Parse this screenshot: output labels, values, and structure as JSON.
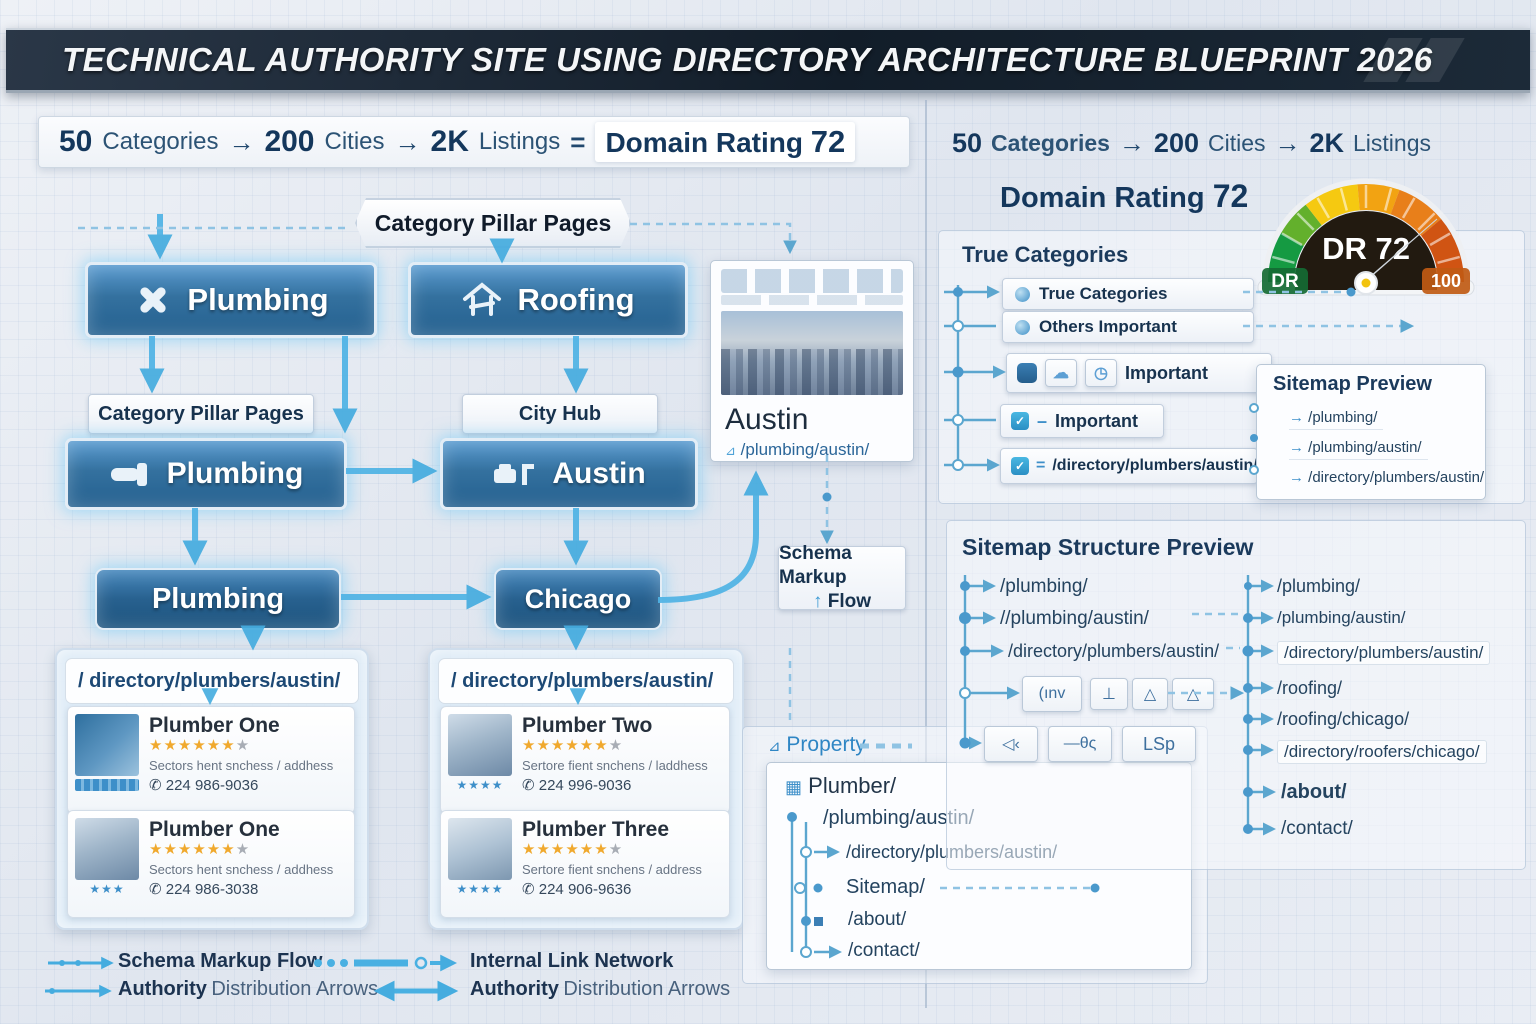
{
  "title": "TECHNICAL AUTHORITY SITE USING DIRECTORY ARCHITECTURE BLUEPRINT 2026",
  "colors": {
    "accent_blue": "#4fb3e5",
    "box_blue": "#2e6da4",
    "navy": "#17324e",
    "gold": "#f0a92e",
    "gauge_green": "#159a42",
    "gauge_red": "#d05413"
  },
  "icons": {
    "phone": "✆",
    "check": "✓",
    "cloud": "☁",
    "clock": "◷",
    "triangle": "⊿",
    "grid": "▦",
    "up_arrow": "↑",
    "equals": "=",
    "dash": "–",
    "arrow": "→",
    "bullet": "●"
  },
  "formula": {
    "n1": "50",
    "w1": "Categories",
    "n2": "200",
    "w2": "Cities",
    "n3": "2K",
    "w3": "Listings",
    "eq": "=",
    "dr_label": "Domain Rating",
    "dr_value": "72"
  },
  "right_formula": {
    "n1": "50",
    "w1": "Categories",
    "n2": "200",
    "w2": "Cities",
    "n3": "2K",
    "w3": "Listings",
    "dr_label": "Domain Rating",
    "dr_value": "72"
  },
  "gauge": {
    "type": "gauge",
    "center_label": "DR 72",
    "left_label": "DR",
    "right_label": "100",
    "value": 72,
    "max": 100
  },
  "flowchart": {
    "banner": "Category Pillar Pages",
    "pillar1": "Plumbing",
    "pillar2": "Roofing",
    "row2_left_tag": "Category Pillar Pages",
    "row2_right_tag": "City Hub",
    "row2_left_box": "Plumbing",
    "row2_right_box": "Austin",
    "row3_left_box": "Plumbing",
    "row3_right_box": "Chicago",
    "austin_card": {
      "title": "Austin",
      "url": "/plumbing/austin/"
    },
    "schema_label1": "Schema Markup",
    "schema_label2": "Flow"
  },
  "directories": [
    {
      "header": "/ directory/plumbers/austin/",
      "listings": [
        {
          "name": "Plumber One",
          "stars": "★★★★★★",
          "star_off": "★",
          "thumb_stars": "",
          "detail": "Sectors hent snchess / addhess",
          "phone": "224 986-9036"
        },
        {
          "name": "Plumber One",
          "stars": "★★★★★★",
          "star_off": "★",
          "thumb_stars": "★★★",
          "detail": "Sectors hent snchess / addhess",
          "phone": "224 986-3038"
        }
      ]
    },
    {
      "header": "/ directory/plumbers/austin/",
      "listings": [
        {
          "name": "Plumber Two",
          "stars": "★★★★★★",
          "star_off": "★",
          "thumb_stars": "★★★★",
          "detail": "Sertore fient snchens / laddhess",
          "phone": "224 996-9036"
        },
        {
          "name": "Plumber Three",
          "stars": "★★★★★★",
          "star_off": "★",
          "thumb_stars": "★★★★",
          "detail": "Sertore fient snchens / address",
          "phone": "224 906-9636"
        }
      ]
    }
  ],
  "true_categories": {
    "title": "True Categories",
    "row1": "True Categories",
    "row2": "Others Important",
    "row3": "Important",
    "row4": "Important",
    "row5": "/directory/plumbers/austin/"
  },
  "sitemap_preview": {
    "title": "Sitemap Preview",
    "items": [
      "/plumbing/",
      "/plumbing/austin/",
      "/directory/plumbers/austin/"
    ]
  },
  "sitemap_structure": {
    "title": "Sitemap Structure Preview",
    "left_items": [
      "/plumbing/",
      "//plumbing/austin/",
      "/directory/plumbers/austin/"
    ],
    "btn_row1": [
      "(ınv",
      "⊥",
      "△",
      "△"
    ],
    "btn_row2": [
      "◁‹",
      "—θς",
      "LSp"
    ],
    "right_items": [
      "/plumbing/",
      "/plumbing/austin/",
      "/directory/plumbers/austin/",
      "/roofing/",
      "/roofing/chicago/",
      "/directory/roofers/chicago/",
      "/about/",
      "/contact/"
    ]
  },
  "property_panel": {
    "tag": "Property",
    "root": "Plumber/",
    "items": [
      "/plumbing/austin/",
      "/directory/plumbers/austin/",
      "Sitemap/",
      "/about/",
      "/contact/"
    ]
  },
  "legend": {
    "r1_left": "Schema Markup Flow",
    "r1_right": "Internal Link Network",
    "r2_left_b": "Authority",
    "r2_left": "Distribution Arrows",
    "r2_right_b": "Authority",
    "r2_right": "Distribution Arrows"
  }
}
